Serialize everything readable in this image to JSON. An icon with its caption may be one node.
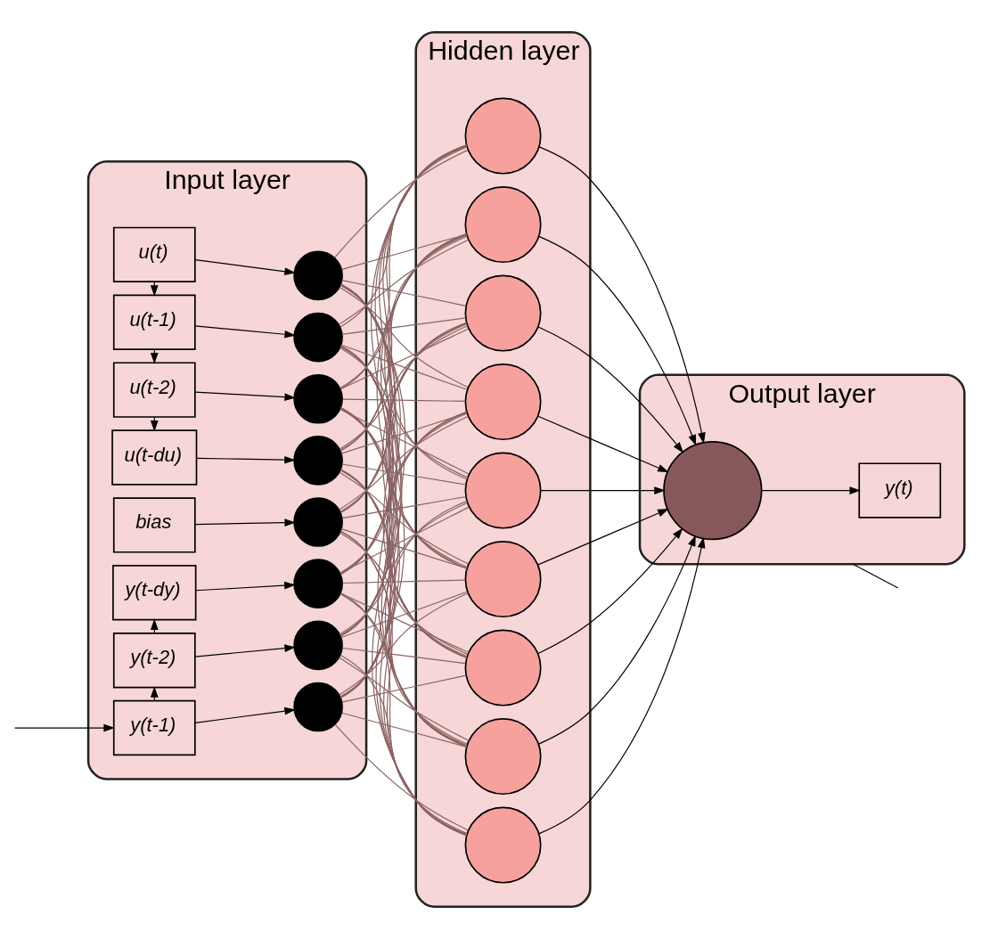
{
  "diagram": {
    "nodes": [
      {
        "text": [
          "Input layer"
        ]
      },
      {
        "text": [
          "Hidden layer"
        ]
      },
      {
        "text": [
          "Output layer"
        ]
      },
      {
        "text": [
          "u(t)"
        ],
        "in": 0
      },
      {
        "text": [],
        "shape": "circle",
        "in": 0
      },
      {
        "text": [
          "u(t-1)"
        ],
        "in": 0
      },
      {
        "text": [],
        "shape": "circle",
        "in": 0
      },
      {
        "text": [
          "u(t-2)"
        ],
        "in": 0
      },
      {
        "text": [],
        "shape": "circle",
        "in": 0
      },
      {
        "text": [
          "u(t-du)"
        ],
        "in": 0
      },
      {
        "text": [],
        "shape": "circle",
        "in": 0
      },
      {
        "text": [
          "bias"
        ],
        "in": 0
      },
      {
        "text": [],
        "shape": "circle",
        "in": 0
      },
      {
        "text": [],
        "shape": "circle",
        "in": 0
      },
      {
        "text": [
          "y(t-dy)"
        ],
        "in": 0
      },
      {
        "text": [],
        "shape": "circle",
        "in": 0
      },
      {
        "text": [
          "y(t-2)"
        ],
        "in": 0
      },
      {
        "text": [],
        "shape": "circle",
        "in": 0
      },
      {
        "text": [
          "y(t-1)"
        ],
        "in": 0
      },
      {
        "text": [],
        "shape": "circle",
        "in": 1
      },
      {
        "text": [],
        "shape": "circle",
        "in": 1
      },
      {
        "text": [],
        "shape": "circle",
        "in": 1
      },
      {
        "text": [],
        "shape": "circle",
        "in": 1
      },
      {
        "text": [],
        "shape": "circle",
        "in": 1
      },
      {
        "text": [],
        "shape": "circle",
        "in": 1
      },
      {
        "text": [],
        "shape": "circle",
        "in": 1
      },
      {
        "text": [],
        "shape": "circle",
        "in": 1
      },
      {
        "text": [],
        "shape": "circle",
        "in": 1
      },
      {
        "text": [],
        "shape": "circle",
        "in": 2
      },
      {
        "text": [
          "y(t)"
        ],
        "in": 2
      }
    ],
    "edges": [
      {
        "from": 3,
        "to": 4,
        "arrow": "to",
        "color": "#000000"
      },
      {
        "from": 3,
        "to": 5,
        "arrow": "to",
        "color": "#000000"
      },
      {
        "from": 5,
        "to": 6,
        "arrow": "to",
        "color": "#000000"
      },
      {
        "from": 5,
        "to": 7,
        "arrow": "to",
        "color": "#000000"
      },
      {
        "from": 7,
        "to": 8,
        "arrow": "to",
        "color": "#000000"
      },
      {
        "from": 7,
        "to": 9,
        "arrow": "to",
        "style": "dashed",
        "color": "#000000"
      },
      {
        "from": 9,
        "to": 10,
        "arrow": "to",
        "color": "#000000"
      },
      {
        "from": 11,
        "to": 12,
        "arrow": "to",
        "color": "#000000"
      },
      {
        "from": 14,
        "to": 13,
        "arrow": "to",
        "color": "#000000"
      },
      {
        "from": 16,
        "to": 14,
        "arrow": "to",
        "style": "dashed",
        "color": "#000000"
      },
      {
        "from": 16,
        "to": 15,
        "arrow": "to",
        "color": "#000000"
      },
      {
        "from": 18,
        "to": 16,
        "arrow": "to",
        "color": "#000000"
      },
      {
        "from": 18,
        "to": 17,
        "arrow": "to",
        "color": "#000000"
      },
      {
        "from": null,
        "to": 18,
        "arrow": "to",
        "color": "#000000"
      },
      {
        "from": 4,
        "to": 19,
        "arrow": "none"
      },
      {
        "from": 4,
        "to": 20,
        "arrow": "none"
      },
      {
        "from": 4,
        "to": 21,
        "arrow": "none"
      },
      {
        "from": 4,
        "to": 22,
        "arrow": "none"
      },
      {
        "from": 4,
        "to": 23,
        "arrow": "none"
      },
      {
        "from": 4,
        "to": 24,
        "arrow": "none"
      },
      {
        "from": 4,
        "to": 25,
        "arrow": "none"
      },
      {
        "from": 4,
        "to": 26,
        "arrow": "none"
      },
      {
        "from": 4,
        "to": 27,
        "arrow": "none"
      },
      {
        "from": 6,
        "to": 19,
        "arrow": "none"
      },
      {
        "from": 6,
        "to": 20,
        "arrow": "none"
      },
      {
        "from": 6,
        "to": 21,
        "arrow": "none"
      },
      {
        "from": 6,
        "to": 22,
        "arrow": "none"
      },
      {
        "from": 6,
        "to": 23,
        "arrow": "none"
      },
      {
        "from": 6,
        "to": 24,
        "arrow": "none"
      },
      {
        "from": 6,
        "to": 25,
        "arrow": "none"
      },
      {
        "from": 6,
        "to": 26,
        "arrow": "none"
      },
      {
        "from": 6,
        "to": 27,
        "arrow": "none"
      },
      {
        "from": 8,
        "to": 19,
        "arrow": "none"
      },
      {
        "from": 8,
        "to": 20,
        "arrow": "none"
      },
      {
        "from": 8,
        "to": 21,
        "arrow": "none"
      },
      {
        "from": 8,
        "to": 22,
        "arrow": "none"
      },
      {
        "from": 8,
        "to": 23,
        "arrow": "none"
      },
      {
        "from": 8,
        "to": 24,
        "arrow": "none"
      },
      {
        "from": 8,
        "to": 25,
        "arrow": "none"
      },
      {
        "from": 8,
        "to": 26,
        "arrow": "none"
      },
      {
        "from": 8,
        "to": 27,
        "arrow": "none"
      },
      {
        "from": 10,
        "to": 19,
        "arrow": "none"
      },
      {
        "from": 10,
        "to": 20,
        "arrow": "none"
      },
      {
        "from": 10,
        "to": 21,
        "arrow": "none"
      },
      {
        "from": 10,
        "to": 22,
        "arrow": "none"
      },
      {
        "from": 10,
        "to": 23,
        "arrow": "none"
      },
      {
        "from": 10,
        "to": 24,
        "arrow": "none"
      },
      {
        "from": 10,
        "to": 25,
        "arrow": "none"
      },
      {
        "from": 10,
        "to": 26,
        "arrow": "none"
      },
      {
        "from": 10,
        "to": 27,
        "arrow": "none"
      },
      {
        "from": 12,
        "to": 19,
        "arrow": "none"
      },
      {
        "from": 12,
        "to": 20,
        "arrow": "none"
      },
      {
        "from": 12,
        "to": 21,
        "arrow": "none"
      },
      {
        "from": 12,
        "to": 22,
        "arrow": "none"
      },
      {
        "from": 12,
        "to": 23,
        "arrow": "none"
      },
      {
        "from": 12,
        "to": 24,
        "arrow": "none"
      },
      {
        "from": 12,
        "to": 25,
        "arrow": "none"
      },
      {
        "from": 12,
        "to": 26,
        "arrow": "none"
      },
      {
        "from": 12,
        "to": 27,
        "arrow": "none"
      },
      {
        "from": 13,
        "to": 19,
        "arrow": "none"
      },
      {
        "from": 13,
        "to": 20,
        "arrow": "none"
      },
      {
        "from": 13,
        "to": 21,
        "arrow": "none"
      },
      {
        "from": 13,
        "to": 22,
        "arrow": "none"
      },
      {
        "from": 13,
        "to": 23,
        "arrow": "none"
      },
      {
        "from": 13,
        "to": 24,
        "arrow": "none"
      },
      {
        "from": 13,
        "to": 25,
        "arrow": "none"
      },
      {
        "from": 13,
        "to": 26,
        "arrow": "none"
      },
      {
        "from": 13,
        "to": 27,
        "arrow": "none"
      },
      {
        "from": 15,
        "to": 19,
        "arrow": "none"
      },
      {
        "from": 15,
        "to": 20,
        "arrow": "none"
      },
      {
        "from": 15,
        "to": 21,
        "arrow": "none"
      },
      {
        "from": 15,
        "to": 22,
        "arrow": "none"
      },
      {
        "from": 15,
        "to": 23,
        "arrow": "none"
      },
      {
        "from": 15,
        "to": 24,
        "arrow": "none"
      },
      {
        "from": 15,
        "to": 25,
        "arrow": "none"
      },
      {
        "from": 15,
        "to": 26,
        "arrow": "none"
      },
      {
        "from": 15,
        "to": 27,
        "arrow": "none"
      },
      {
        "from": 17,
        "to": 19,
        "arrow": "none"
      },
      {
        "from": 17,
        "to": 20,
        "arrow": "none"
      },
      {
        "from": 17,
        "to": 21,
        "arrow": "none"
      },
      {
        "from": 17,
        "to": 22,
        "arrow": "none"
      },
      {
        "from": 17,
        "to": 23,
        "arrow": "none"
      },
      {
        "from": 17,
        "to": 24,
        "arrow": "none"
      },
      {
        "from": 17,
        "to": 25,
        "arrow": "none"
      },
      {
        "from": 17,
        "to": 26,
        "arrow": "none"
      },
      {
        "from": 17,
        "to": 27,
        "arrow": "none"
      },
      {
        "from": 19,
        "to": 28,
        "arrow": "to",
        "color": "#000000"
      },
      {
        "from": 20,
        "to": 28,
        "arrow": "to",
        "color": "#000000"
      },
      {
        "from": 21,
        "to": 28,
        "arrow": "to",
        "color": "#000000"
      },
      {
        "from": 22,
        "to": 28,
        "arrow": "to",
        "color": "#000000"
      },
      {
        "from": 23,
        "to": 28,
        "arrow": "to",
        "color": "#000000"
      },
      {
        "from": 24,
        "to": 28,
        "arrow": "to",
        "color": "#000000"
      },
      {
        "from": 25,
        "to": 28,
        "arrow": "to",
        "color": "#000000"
      },
      {
        "from": 26,
        "to": 28,
        "arrow": "to",
        "color": "#000000"
      },
      {
        "from": 27,
        "to": 28,
        "arrow": "to",
        "color": "#000000"
      },
      {
        "from": 28,
        "to": 29,
        "arrow": "to",
        "color": "#000000"
      },
      {
        "from": 2,
        "to": null,
        "arrow": "none",
        "color": "#000000"
      }
    ]
  }
}
